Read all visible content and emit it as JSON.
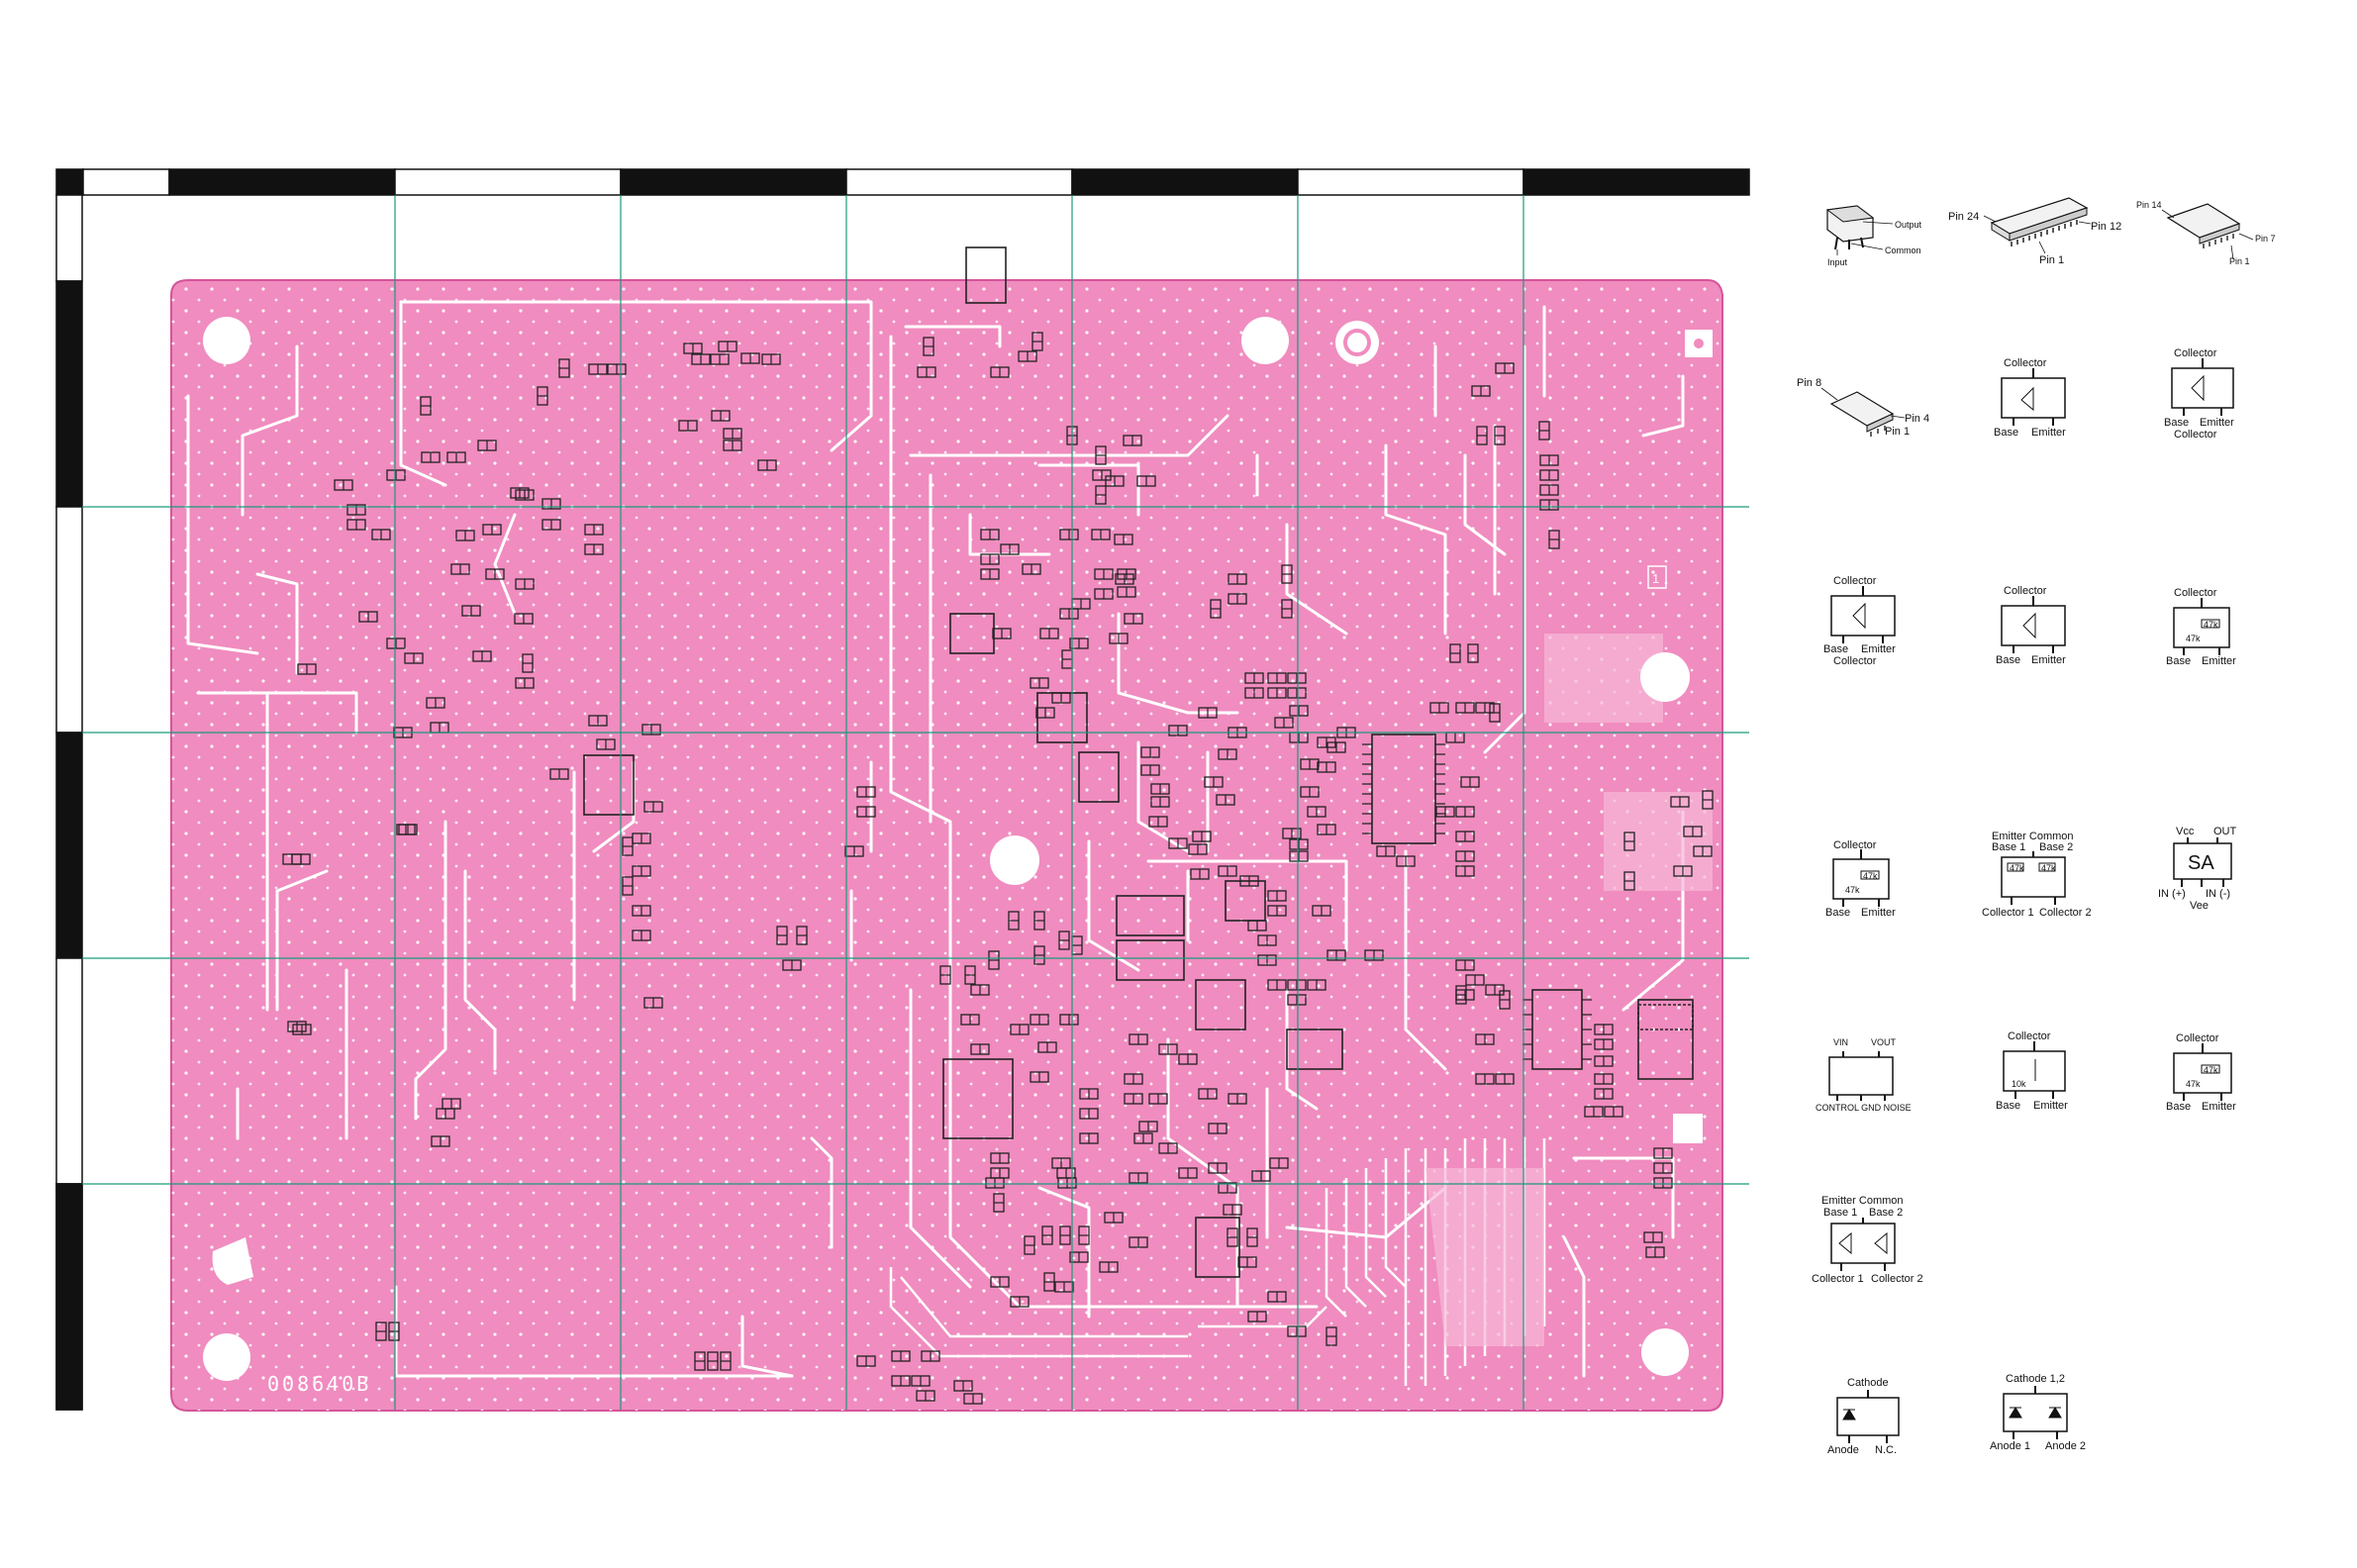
{
  "board": {
    "board_id": "008640B",
    "board_color": "#f08cbf",
    "trace_color": "#ffffff",
    "grid_color": "#1a9a7a",
    "ruler_dark": "#111111",
    "ruler_light": "#ffffff"
  },
  "labels": {
    "lbl_1": "1"
  },
  "packages": {
    "regulator": {
      "input": "Input",
      "output": "Output",
      "common": "Common"
    },
    "ic24": {
      "pin24": "Pin 24",
      "pin12": "Pin 12",
      "pin1": "Pin 1"
    },
    "ic14": {
      "pin14": "Pin 14",
      "pin7": "Pin 7",
      "pin1": "Pin 1"
    },
    "ic8": {
      "pin8": "Pin 8",
      "pin4": "Pin 4",
      "pin1": "Pin 1"
    },
    "tr_a": {
      "top": "Collector",
      "bl": "Base",
      "br": "Emitter"
    },
    "tr_b": {
      "top": "Collector",
      "bl": "Base",
      "br": "Emitter",
      "bottom": "Collector"
    },
    "tr_c": {
      "top": "Collector",
      "bl": "Base",
      "br": "Emitter",
      "bottom": "Collector"
    },
    "tr_d": {
      "top": "Collector",
      "bl": "Base",
      "br": "Emitter"
    },
    "tr_e": {
      "top": "Collector",
      "bl": "Base",
      "br": "Emitter",
      "r1": "47k",
      "r2": "47k"
    },
    "tr_f": {
      "top": "Collector",
      "bl": "Base",
      "br": "Emitter",
      "r1": "47k",
      "r2": "47k"
    },
    "dual_a": {
      "top": "Emitter Common",
      "top2": "Base 1",
      "top3": "Base 2",
      "bl": "Collector 1",
      "br": "Collector 2",
      "r": "47k"
    },
    "opamp": {
      "vcc": "Vcc",
      "out": "OUT",
      "in_p": "IN (+)",
      "in_n": "IN (-)",
      "vee": "Vee",
      "center": "SA"
    },
    "ldo": {
      "vin": "VIN",
      "vout": "VOUT",
      "bottom": "CONTROL  GND  NOISE"
    },
    "tr_g": {
      "top": "Collector",
      "bl": "Base",
      "br": "Emitter",
      "r": "10k"
    },
    "tr_h": {
      "top": "Collector",
      "bl": "Base",
      "br": "Emitter",
      "r1": "47k",
      "r2": "47k"
    },
    "dual_b": {
      "top": "Emitter Common",
      "top2": "Base 1",
      "top3": "Base 2",
      "bl": "Collector 1",
      "br": "Collector 2"
    },
    "diode_a": {
      "top": "Cathode",
      "bl": "Anode",
      "br": "N.C."
    },
    "diode_b": {
      "top": "Cathode 1,2",
      "bl": "Anode 1",
      "br": "Anode 2"
    }
  }
}
